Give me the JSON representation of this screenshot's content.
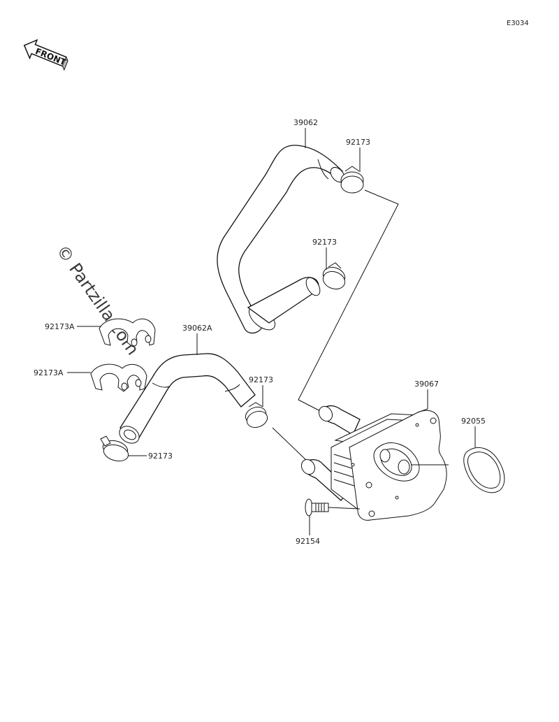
{
  "diagram": {
    "ref_code": "E3034",
    "front_label": "FRONT",
    "watermark": "© Partzilla.com",
    "labels": {
      "hose_upper": "39062",
      "clamp_upper_top": "92173",
      "clamp_upper_mid": "92173",
      "hose_lower": "39062A",
      "clip_upper": "92173A",
      "clip_lower": "92173A",
      "clamp_lower_right": "92173",
      "clamp_lower_left": "92173",
      "cooler": "39067",
      "oring": "92055",
      "bolt": "92154"
    }
  }
}
